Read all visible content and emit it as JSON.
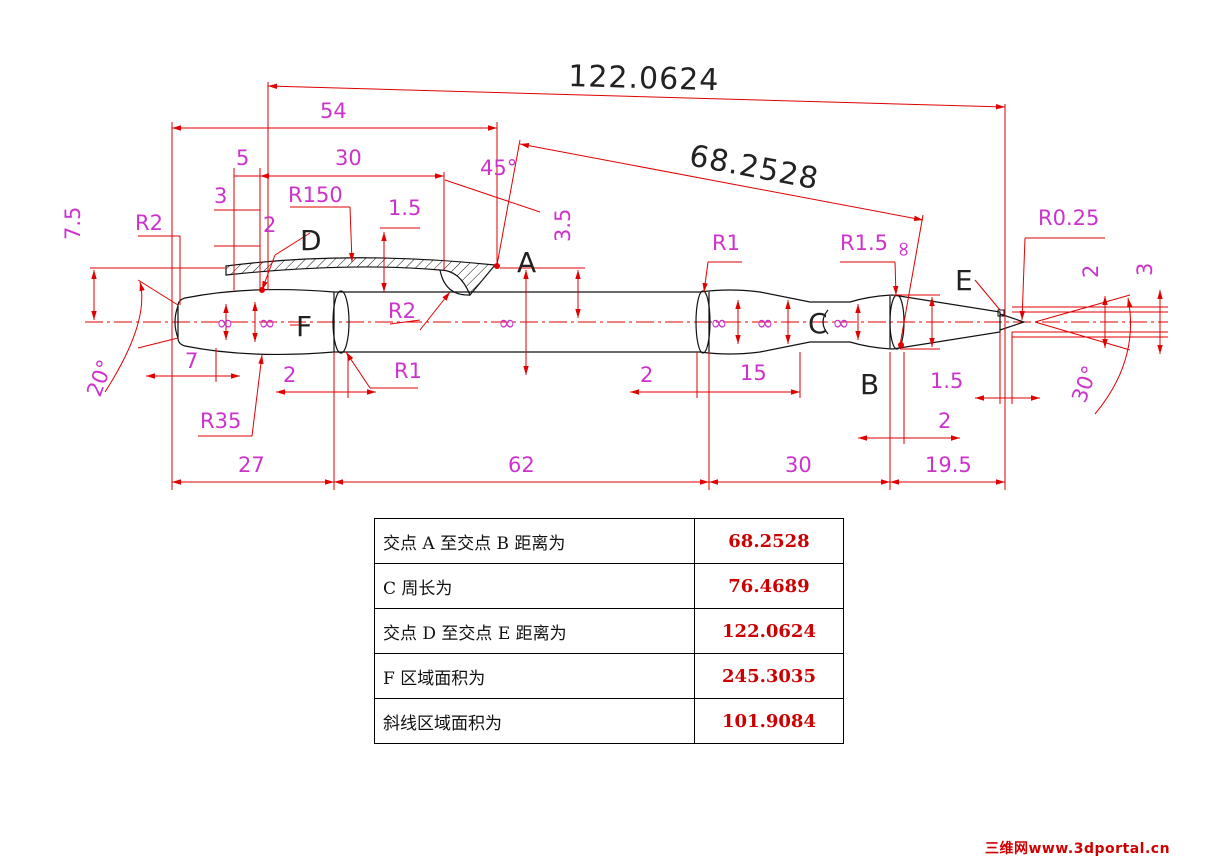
{
  "drawing": {
    "dims": {
      "overall_de": "122.0624",
      "ab": "68.2528",
      "d54": "54",
      "d5": "5",
      "d30": "30",
      "d3": "3",
      "d2a": "2",
      "r150": "R150",
      "d1_5a": "1.5",
      "ang45": "45°",
      "d3_5": "3.5",
      "d7_5": "7.5",
      "r2a": "R2",
      "r2b": "R2",
      "ang20": "20°",
      "d7": "7",
      "r35": "R35",
      "d2b": "2",
      "r1a": "R1",
      "r1b": "R1",
      "d2c": "2",
      "d15": "15",
      "r1_5": "R1.5",
      "d1_5b": "1.5",
      "d2d": "2",
      "r0_25": "R0.25",
      "d2e": "2",
      "d3b": "3",
      "ang30": "30°",
      "d27": "27",
      "d62": "62",
      "d30b": "30",
      "d19_5": "19.5",
      "inf": "∞"
    },
    "labels": {
      "A": "A",
      "B": "B",
      "C": "C",
      "D": "D",
      "E": "E",
      "F": "F"
    }
  },
  "results": {
    "rows": [
      {
        "label": "交点 A 至交点 B 距离为",
        "value": "68.2528"
      },
      {
        "label": "C 周长为",
        "value": "76.4689"
      },
      {
        "label": "交点 D 至交点 E 距离为",
        "value": "122.0624"
      },
      {
        "label": "F 区域面积为",
        "value": "245.3035"
      },
      {
        "label": "斜线区域面积为",
        "value": "101.9084"
      }
    ]
  },
  "watermark": "三维网www.3dportal.cn"
}
